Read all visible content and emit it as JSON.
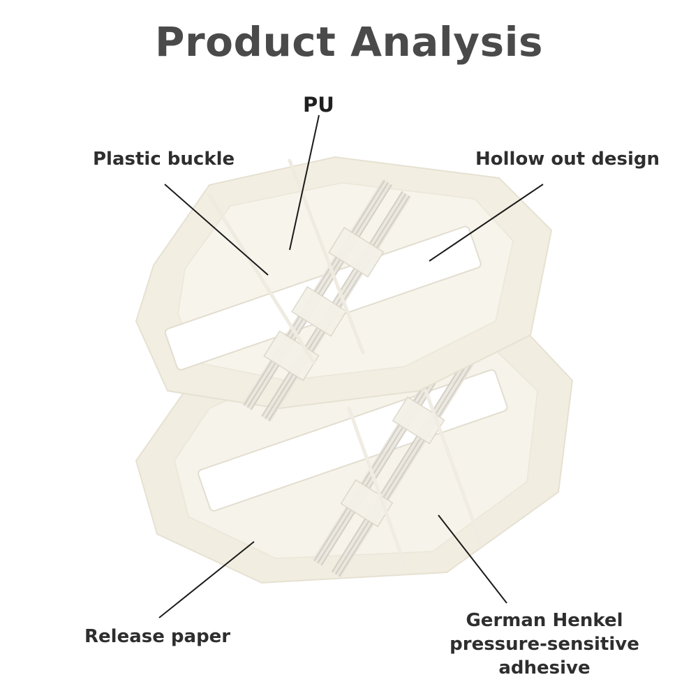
{
  "title": "Product Analysis",
  "labels": {
    "pu": "PU",
    "plastic_buckle": "Plastic buckle",
    "hollow_out_design": "Hollow out design",
    "release_paper": "Release paper",
    "adhesive": "German Henkel pressure-sensitive adhesive"
  },
  "colors": {
    "title": "#4a4a4a",
    "label": "#2e2e2e",
    "pad_base": "#f3efe2",
    "pad_inner": "#f7f4ea",
    "window": "#ffffff",
    "leader_line": "#1a1a1a"
  }
}
